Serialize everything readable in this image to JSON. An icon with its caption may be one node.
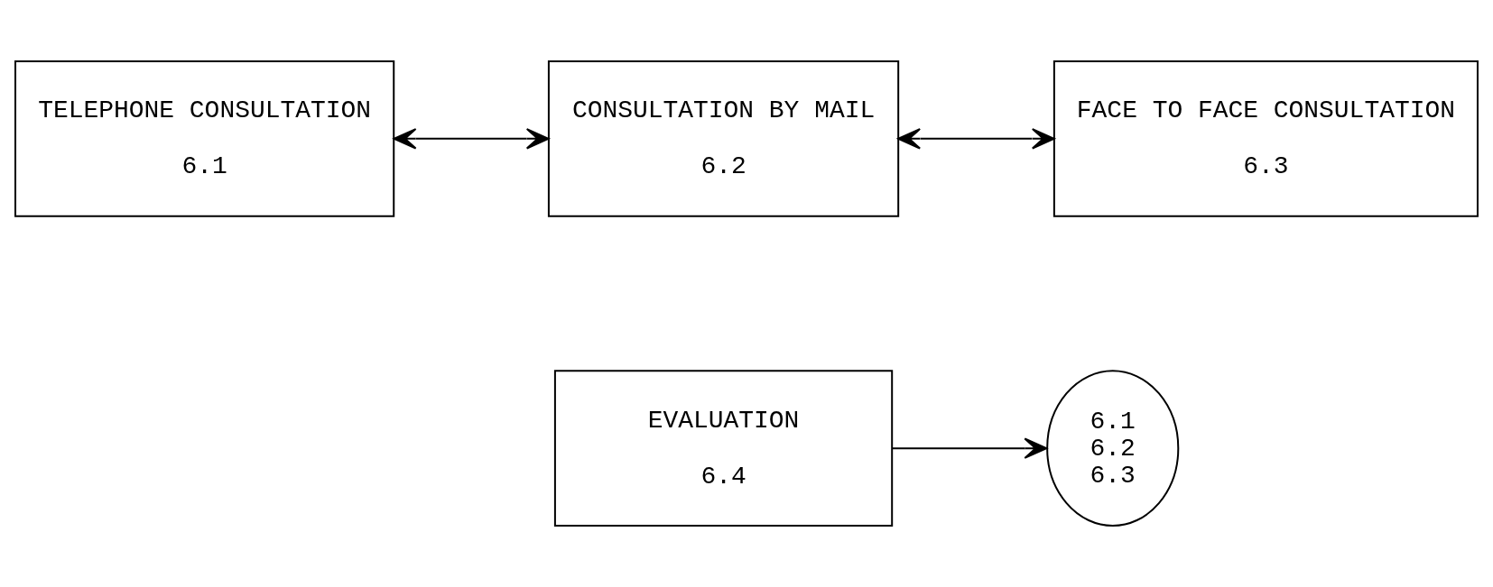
{
  "diagram": {
    "nodes": [
      {
        "text": [
          "TELEPHONE CONSULTATION",
          "6.1"
        ]
      },
      {
        "text": [
          "CONSULTATION BY MAIL",
          "6.2"
        ]
      },
      {
        "text": [
          "FACE TO FACE CONSULTATION",
          "6.3"
        ]
      },
      {
        "text": [
          "EVALUATION",
          "6.4"
        ]
      },
      {
        "text": [
          "6.1 6.2 6.3"
        ]
      }
    ],
    "edges": [
      {
        "from": 0,
        "to": 1,
        "arrow": "both"
      },
      {
        "from": 1,
        "to": 2,
        "arrow": "both"
      },
      {
        "from": 3,
        "to": 4,
        "arrow": "to"
      }
    ]
  }
}
